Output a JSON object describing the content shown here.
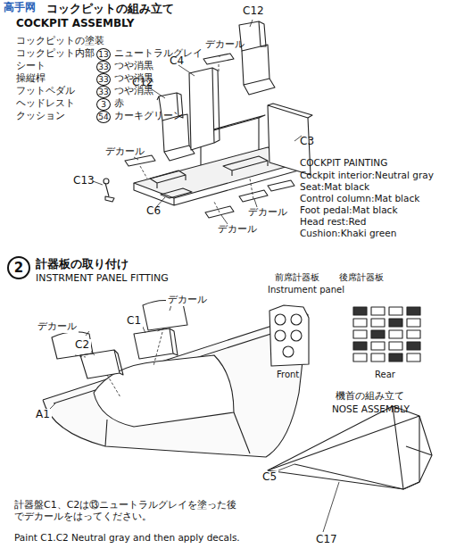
{
  "diagram": {
    "nodes": [
      {
        "text": [
          "2"
        ]
      }
    ],
    "edges": [],
    "labels": [
      "高手网",
      "コックピットの組み立て",
      "COCKPIT ASSEMBLY",
      "コックピットの塗装",
      "コックピット内部",
      "シート",
      "操縦桿",
      "フットペダル",
      "ヘッドレスト",
      "クッション",
      "13",
      "ニュートラルグレイ",
      "33",
      "つや消黒",
      "33",
      "つや消黒",
      "33",
      "つや消黒",
      "3",
      "赤",
      "54",
      "カーキグリーン",
      "C12",
      "C12",
      "C4",
      "デカール",
      "C3",
      "デカール",
      "C13",
      "C6",
      "デカール",
      "デカール",
      "COCKPIT PAINTING",
      "Cockpit interior:Neutral gray",
      "Seat:Mat black",
      "Control column:Mat black",
      "Foot pedal:Mat black",
      "Head rest:Red",
      "Cushion:Khaki green",
      "計器板の取り付け",
      "INSTRMENT PANEL FITTING",
      "デカール",
      "デカール",
      "C1",
      "C2",
      "A1",
      "前席計器板",
      "後席計器板",
      "Instrument panel",
      "Front",
      "Rear",
      "機首の組み立て",
      "NOSE ASSEMBLY",
      "C5",
      "C17",
      "計器盤C1、C2は⑬ニュートラルグレイを塗った後でデカールをはってください。",
      "Paint C1.C2 Neutral gray and then apply decals."
    ]
  }
}
